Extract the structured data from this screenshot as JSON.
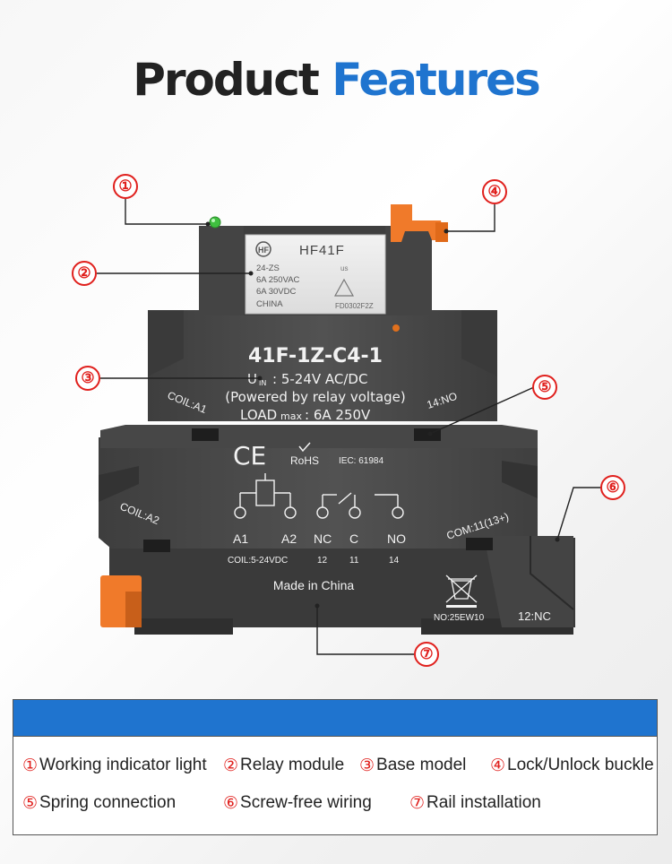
{
  "title": {
    "word1": "Product",
    "word2": "Features"
  },
  "relay": {
    "brand": "HF41F",
    "logo": "HF",
    "spec_lines": [
      "24-ZS",
      "6A 250VAC",
      "6A 30VDC",
      "CHINA"
    ],
    "cert": "us",
    "code": "FD0302F2Z"
  },
  "base": {
    "model": "41F-1Z-C4-1",
    "voltage_prefix": "U",
    "voltage_sub": "IN",
    "voltage": ": 5-24V AC/DC",
    "powered_note": "(Powered by relay voltage)",
    "load_prefix": "LOAD",
    "load_sub": "max",
    "load": ": 6A 250V",
    "coil_a1": "COIL:A1",
    "coil_a2": "COIL:A2",
    "no_label": "14:NO",
    "com_label": "COM:11(13+)",
    "nc_label": "12:NC",
    "ce": "CE",
    "rohs": "RoHS",
    "iec": "IEC: 61984",
    "terminals": [
      "A1",
      "A2",
      "NC",
      "C",
      "NO"
    ],
    "coil_spec": "COIL:5-24VDC",
    "pins": [
      "12",
      "11",
      "14"
    ],
    "made_in": "Made in China",
    "weee_no": "NO:25EW10"
  },
  "callouts": [
    "①",
    "②",
    "③",
    "④",
    "⑤",
    "⑥",
    "⑦"
  ],
  "legend": [
    {
      "num": "①",
      "text": "Working indicator light"
    },
    {
      "num": "②",
      "text": "Relay module"
    },
    {
      "num": "③",
      "text": "Base model"
    },
    {
      "num": "④",
      "text": "Lock/Unlock buckle"
    },
    {
      "num": "⑤",
      "text": "Spring connection"
    },
    {
      "num": "⑥",
      "text": "Screw-free wiring"
    },
    {
      "num": "⑦",
      "text": "Rail installation"
    }
  ],
  "colors": {
    "accent_blue": "#1f74cf",
    "callout_red": "#e0201d",
    "body_gray": "#4a4a4a",
    "orange": "#f07a2a",
    "led_green": "#3fbf3f"
  }
}
